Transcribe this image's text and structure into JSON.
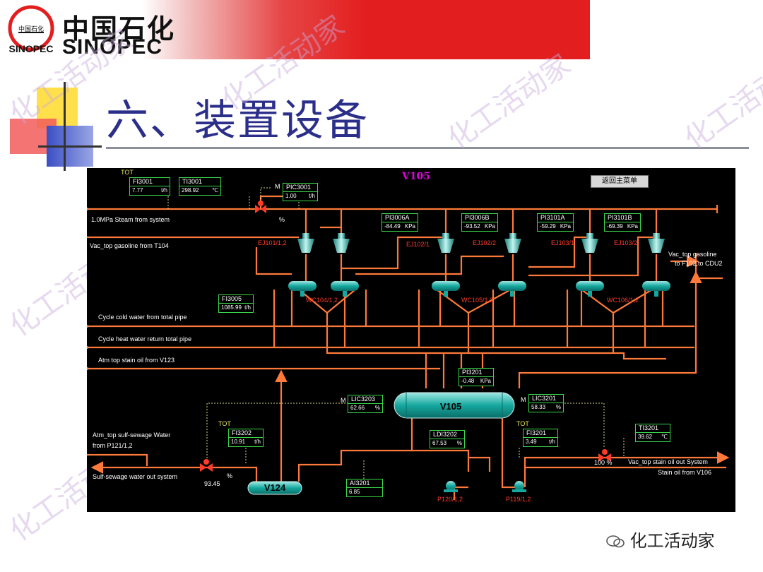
{
  "header": {
    "logo_cn": "中国石化",
    "logo_en": "SINOPEC",
    "emblem_text": "中国石化",
    "emblem_en": "SINOPEC",
    "title": "六、装置设备"
  },
  "watermark": {
    "text": "化工活动家"
  },
  "footer": {
    "wechat_label": "化工活动家"
  },
  "hmi": {
    "title": "V105",
    "menu_button": "返回主菜单",
    "tot_labels": [
      "TOT",
      "TOT",
      "TOT"
    ],
    "instruments": {
      "FI3001": {
        "tag": "FI3001",
        "value": "7.77",
        "unit": "t/h"
      },
      "TI3001": {
        "tag": "TI3001",
        "value": "298.92",
        "unit": "℃"
      },
      "PIC3001": {
        "tag": "PIC3001",
        "value": "1.00",
        "unit": "t/h",
        "mode": "M"
      },
      "PI3006A": {
        "tag": "PI3006A",
        "value": "-84.49",
        "unit": "KPa"
      },
      "PI3006B": {
        "tag": "PI3006B",
        "value": "-93.52",
        "unit": "KPa"
      },
      "PI3101A": {
        "tag": "PI3101A",
        "value": "-59.29",
        "unit": "KPa"
      },
      "PI3101B": {
        "tag": "PI3101B",
        "value": "-69.39",
        "unit": "KPa"
      },
      "FI3005": {
        "tag": "FI3005",
        "value": "1085.99",
        "unit": "t/h"
      },
      "PI3201": {
        "tag": "PI3201",
        "value": "-0.48",
        "unit": "KPa"
      },
      "LIC3203": {
        "tag": "LIC3203",
        "value": "62.66",
        "unit": "%",
        "mode": "M"
      },
      "LIC3201": {
        "tag": "LIC3201",
        "value": "58.33",
        "unit": "%",
        "mode": "M"
      },
      "FI3202": {
        "tag": "FI3202",
        "value": "10.91",
        "unit": "t/h"
      },
      "LDI3202": {
        "tag": "LDI3202",
        "value": "67.53",
        "unit": "%"
      },
      "FI3201": {
        "tag": "FI3201",
        "value": "3.49",
        "unit": "t/h"
      },
      "TI3201": {
        "tag": "TI3201",
        "value": "39.62",
        "unit": "℃"
      },
      "AI3201": {
        "tag": "AI3201",
        "value": "6.85",
        "unit": ""
      }
    },
    "equipment": {
      "ej101": "EJ101/1,2",
      "ej102_1": "EJ102/1",
      "ej102_2": "EJ102/2",
      "ej103_1": "EJ103/1",
      "ej103_2": "EJ103/2",
      "wc104": "WC104/1,2",
      "wc105": "WC105/1,2",
      "wc106": "WC106/1,2",
      "v105": "V105",
      "v124": "V124",
      "p120": "P120/1,2",
      "p119": "P119/1,2"
    },
    "streams": {
      "steam": "1.0MPa Steam from system",
      "steam_pct": "%",
      "vac_top_in": "Vac_top gasoline from T104",
      "vac_top_out_1": "Vac_top gasoline",
      "vac_top_out_2": "to F102,to CDU2",
      "cold_water": "Cycle cold water from total pipe",
      "heat_water": "Cycle heat water return total pipe",
      "atm_stain": "Atm top stain oil from V123",
      "atm_sewage_1": "Atm_top sulf-sewage Water",
      "atm_sewage_2": "from P121/1,2",
      "sewage_out": "Sulf-sewage water out system",
      "sewage_valve_pct": "93.45",
      "sewage_pct_unit": "%",
      "vac_stain_out": "Vac_top stain oil out System",
      "stain_from_v106": "Stain oil from V106",
      "stain_valve_pct": "100 %"
    }
  }
}
